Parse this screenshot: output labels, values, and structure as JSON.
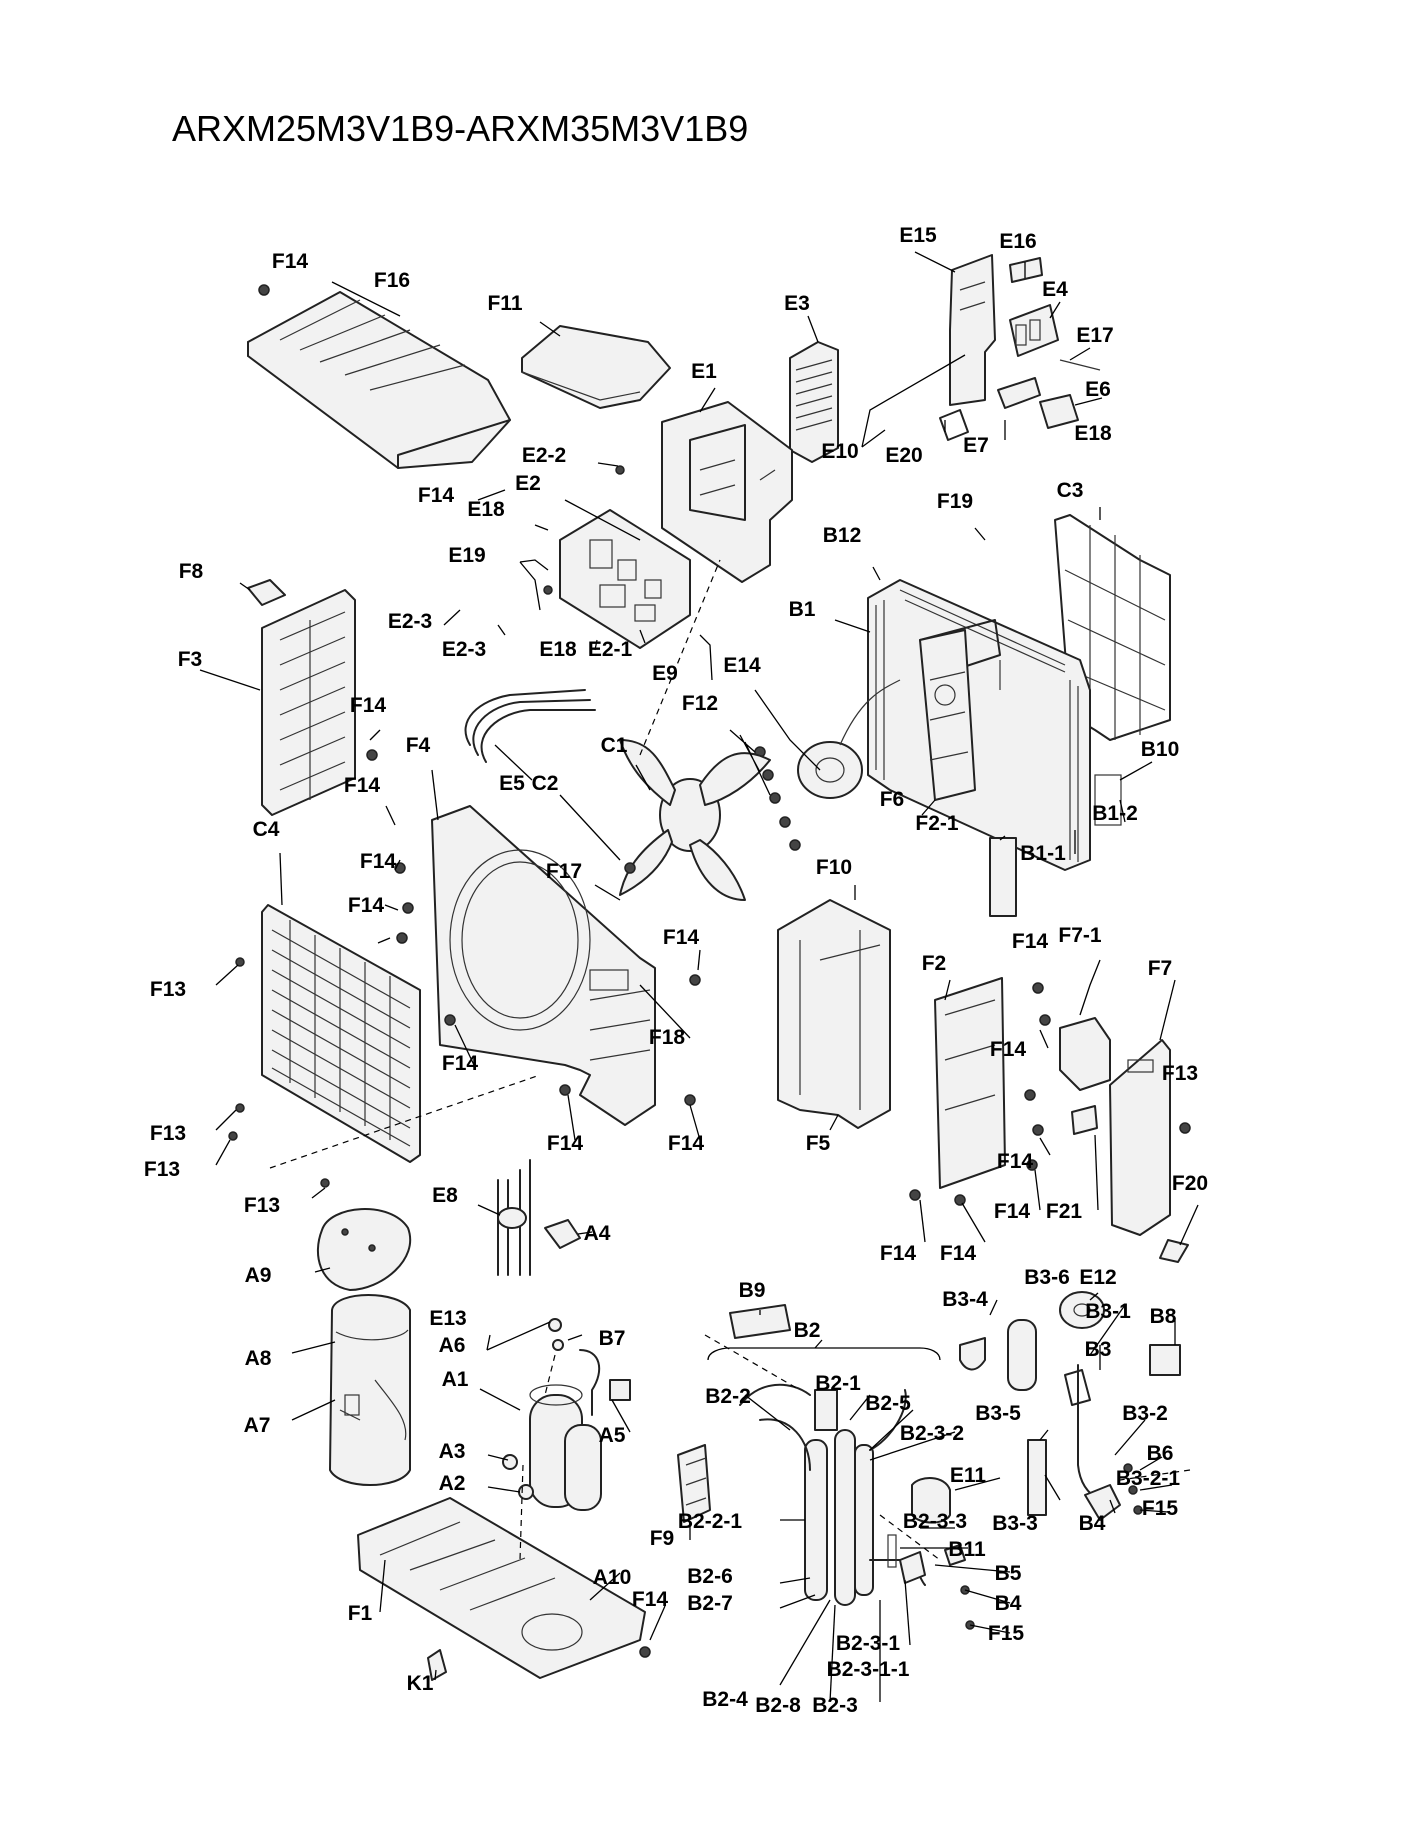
{
  "title": "ARXM25M3V1B9-ARXM35M3V1B9",
  "labels": [
    {
      "id": "F14-a",
      "text": "F14"
    },
    {
      "id": "F16",
      "text": "F16"
    },
    {
      "id": "F11",
      "text": "F11"
    },
    {
      "id": "E3",
      "text": "E3"
    },
    {
      "id": "E15",
      "text": "E15"
    },
    {
      "id": "E16",
      "text": "E16"
    },
    {
      "id": "E4",
      "text": "E4"
    },
    {
      "id": "E17",
      "text": "E17"
    },
    {
      "id": "E1",
      "text": "E1"
    },
    {
      "id": "E6",
      "text": "E6"
    },
    {
      "id": "E18-a",
      "text": "E18"
    },
    {
      "id": "E10",
      "text": "E10"
    },
    {
      "id": "E20",
      "text": "E20"
    },
    {
      "id": "E7",
      "text": "E7"
    },
    {
      "id": "E2-2",
      "text": "E2-2"
    },
    {
      "id": "F14-b",
      "text": "F14"
    },
    {
      "id": "E2",
      "text": "E2"
    },
    {
      "id": "E18-b",
      "text": "E18"
    },
    {
      "id": "F19",
      "text": "F19"
    },
    {
      "id": "C3",
      "text": "C3"
    },
    {
      "id": "E19",
      "text": "E19"
    },
    {
      "id": "B12",
      "text": "B12"
    },
    {
      "id": "F8",
      "text": "F8"
    },
    {
      "id": "B1",
      "text": "B1"
    },
    {
      "id": "E2-3-a",
      "text": "E2-3"
    },
    {
      "id": "E2-3-b",
      "text": "E2-3"
    },
    {
      "id": "E18-c",
      "text": "E18"
    },
    {
      "id": "E2-1",
      "text": "E2-1"
    },
    {
      "id": "F3",
      "text": "F3"
    },
    {
      "id": "E9",
      "text": "E9"
    },
    {
      "id": "E14",
      "text": "E14"
    },
    {
      "id": "F14-c",
      "text": "F14"
    },
    {
      "id": "F12",
      "text": "F12"
    },
    {
      "id": "F4",
      "text": "F4"
    },
    {
      "id": "C1",
      "text": "C1"
    },
    {
      "id": "B10",
      "text": "B10"
    },
    {
      "id": "E5",
      "text": "E5"
    },
    {
      "id": "C2",
      "text": "C2"
    },
    {
      "id": "F14-d",
      "text": "F14"
    },
    {
      "id": "F6",
      "text": "F6"
    },
    {
      "id": "B1-2",
      "text": "B1-2"
    },
    {
      "id": "C4",
      "text": "C4"
    },
    {
      "id": "F2-1",
      "text": "F2-1"
    },
    {
      "id": "B1-1",
      "text": "B1-1"
    },
    {
      "id": "F14-e",
      "text": "F14"
    },
    {
      "id": "F17",
      "text": "F17"
    },
    {
      "id": "F10",
      "text": "F10"
    },
    {
      "id": "F14-f",
      "text": "F14"
    },
    {
      "id": "F14-g",
      "text": "F14"
    },
    {
      "id": "F14-h",
      "text": "F14"
    },
    {
      "id": "F7-1",
      "text": "F7-1"
    },
    {
      "id": "F2",
      "text": "F2"
    },
    {
      "id": "F7",
      "text": "F7"
    },
    {
      "id": "F13-a",
      "text": "F13"
    },
    {
      "id": "F18",
      "text": "F18"
    },
    {
      "id": "F14-i",
      "text": "F14"
    },
    {
      "id": "F14-j",
      "text": "F14"
    },
    {
      "id": "F13-b",
      "text": "F13"
    },
    {
      "id": "F13-c",
      "text": "F13"
    },
    {
      "id": "F13-d",
      "text": "F13"
    },
    {
      "id": "F14-k",
      "text": "F14"
    },
    {
      "id": "F14-l",
      "text": "F14"
    },
    {
      "id": "F5",
      "text": "F5"
    },
    {
      "id": "F14-m",
      "text": "F14"
    },
    {
      "id": "F20",
      "text": "F20"
    },
    {
      "id": "F13-e",
      "text": "F13"
    },
    {
      "id": "F14-n",
      "text": "F14"
    },
    {
      "id": "F21",
      "text": "F21"
    },
    {
      "id": "E8",
      "text": "E8"
    },
    {
      "id": "A4",
      "text": "A4"
    },
    {
      "id": "F14-o",
      "text": "F14"
    },
    {
      "id": "F14-p",
      "text": "F14"
    },
    {
      "id": "A9",
      "text": "A9"
    },
    {
      "id": "B9",
      "text": "B9"
    },
    {
      "id": "B3-6",
      "text": "B3-6"
    },
    {
      "id": "E12",
      "text": "E12"
    },
    {
      "id": "B3-4",
      "text": "B3-4"
    },
    {
      "id": "E13",
      "text": "E13"
    },
    {
      "id": "B3-1",
      "text": "B3-1"
    },
    {
      "id": "B8",
      "text": "B8"
    },
    {
      "id": "B2",
      "text": "B2"
    },
    {
      "id": "A6",
      "text": "A6"
    },
    {
      "id": "B7",
      "text": "B7"
    },
    {
      "id": "A8",
      "text": "A8"
    },
    {
      "id": "B3",
      "text": "B3"
    },
    {
      "id": "A1",
      "text": "A1"
    },
    {
      "id": "B2-1",
      "text": "B2-1"
    },
    {
      "id": "B2-2",
      "text": "B2-2"
    },
    {
      "id": "B2-5",
      "text": "B2-5"
    },
    {
      "id": "B3-5",
      "text": "B3-5"
    },
    {
      "id": "B3-2",
      "text": "B3-2"
    },
    {
      "id": "A7",
      "text": "A7"
    },
    {
      "id": "A5",
      "text": "A5"
    },
    {
      "id": "B2-3-2",
      "text": "B2-3-2"
    },
    {
      "id": "B6",
      "text": "B6"
    },
    {
      "id": "A3",
      "text": "A3"
    },
    {
      "id": "E11",
      "text": "E11"
    },
    {
      "id": "B3-2-1",
      "text": "B3-2-1"
    },
    {
      "id": "A2",
      "text": "A2"
    },
    {
      "id": "F15-a",
      "text": "F15"
    },
    {
      "id": "B2-2-1",
      "text": "B2-2-1"
    },
    {
      "id": "B2-3-3",
      "text": "B2-3-3"
    },
    {
      "id": "B3-3",
      "text": "B3-3"
    },
    {
      "id": "B4-a",
      "text": "B4"
    },
    {
      "id": "F9",
      "text": "F9"
    },
    {
      "id": "B11",
      "text": "B11"
    },
    {
      "id": "A10",
      "text": "A10"
    },
    {
      "id": "B5",
      "text": "B5"
    },
    {
      "id": "B2-6",
      "text": "B2-6"
    },
    {
      "id": "F14-q",
      "text": "F14"
    },
    {
      "id": "B2-7",
      "text": "B2-7"
    },
    {
      "id": "B4-b",
      "text": "B4"
    },
    {
      "id": "F1",
      "text": "F1"
    },
    {
      "id": "F15-b",
      "text": "F15"
    },
    {
      "id": "B2-3-1",
      "text": "B2-3-1"
    },
    {
      "id": "K1",
      "text": "K1"
    },
    {
      "id": "B2-3-1-1",
      "text": "B2-3-1-1"
    },
    {
      "id": "B2-4",
      "text": "B2-4"
    },
    {
      "id": "B2-8",
      "text": "B2-8"
    },
    {
      "id": "B2-3",
      "text": "B2-3"
    }
  ]
}
